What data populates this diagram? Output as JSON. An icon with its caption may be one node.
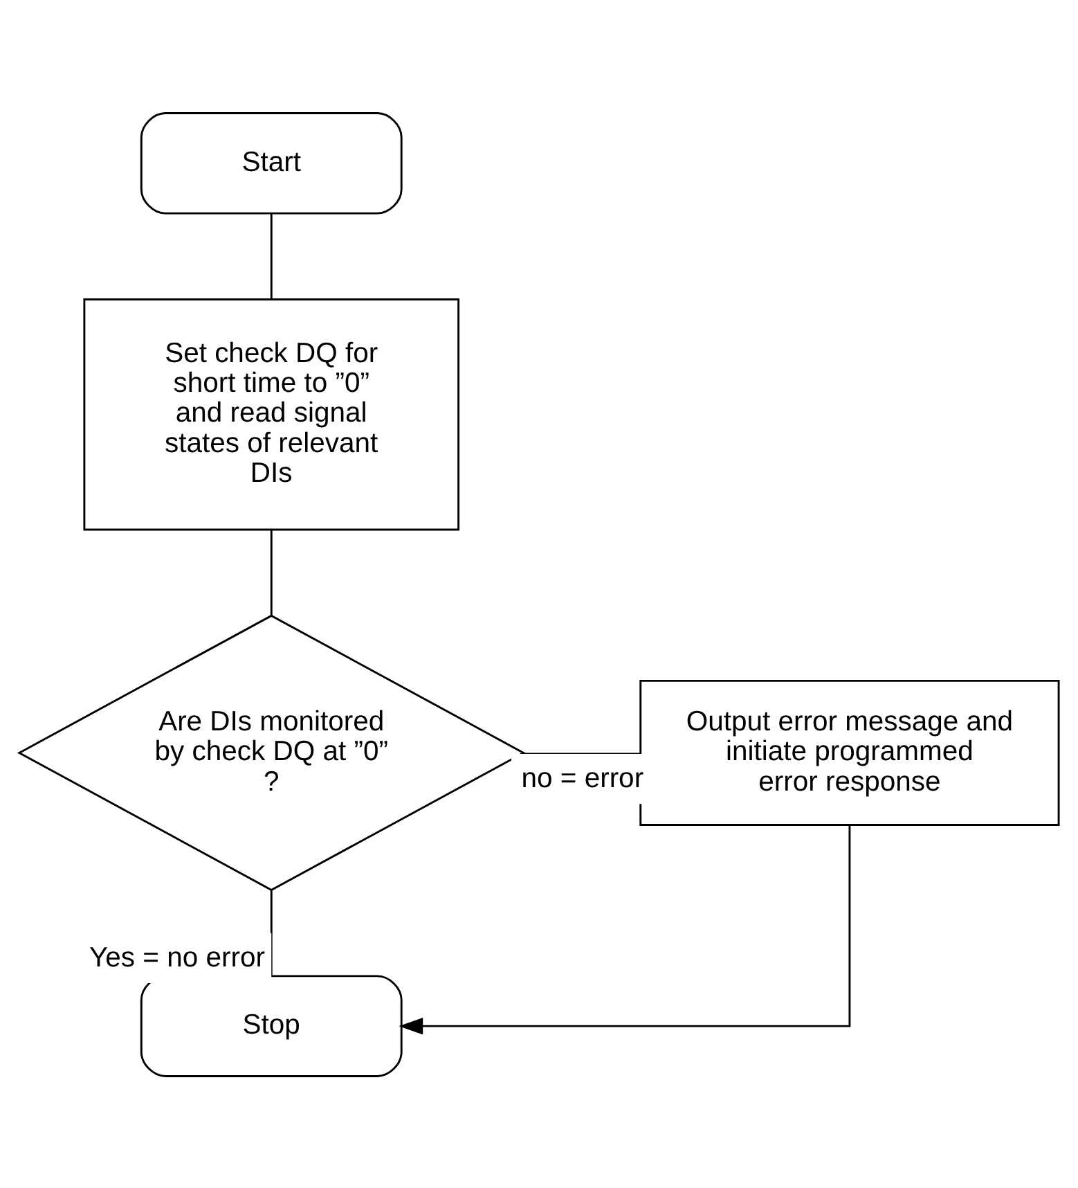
{
  "diagram": {
    "nodes": [
      {
        "text": [
          "Start"
        ]
      },
      {
        "text": [
          "Set check DQ for short time to ”0” and read signal states of relevant DIs"
        ]
      },
      {
        "text": [
          "Are DIs monitored by check DQ at ”0” ?"
        ]
      },
      {
        "text": [
          "Output error message and initiate programmed error response"
        ]
      },
      {
        "text": [
          "Stop"
        ]
      }
    ],
    "edges": [
      {
        "from": 0,
        "to": 1,
        "arrow": "none"
      },
      {
        "from": 1,
        "to": 2,
        "arrow": "none"
      },
      {
        "from": 2,
        "to": 3,
        "arrow": "none",
        "label": "no = error"
      },
      {
        "from": 2,
        "to": 4,
        "arrow": "none",
        "label": "Yes = no error"
      },
      {
        "from": 3,
        "to": 4,
        "arrow": "to"
      }
    ]
  }
}
